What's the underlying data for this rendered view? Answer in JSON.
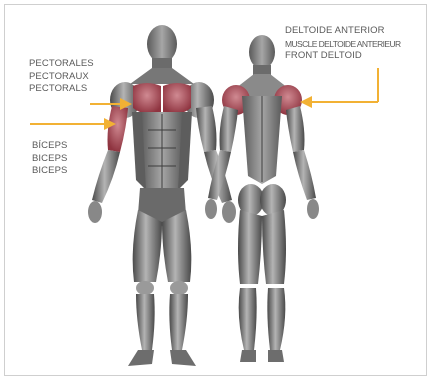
{
  "labels": {
    "pectorals": [
      "PECTORALES",
      "PECTORAUX",
      "PECTORALS"
    ],
    "biceps": [
      "BÍCEPS",
      "BICEPS",
      "BICEPS"
    ],
    "deltoid": [
      "DELTOIDE ANTERIOR",
      "MUSCLE DELTOIDE ANTERIEUR",
      "FRONT DELTOID"
    ]
  },
  "colors": {
    "arrow": "#f2b134",
    "highlight": "#b7505c",
    "muscle_dark": "#4e4e4e",
    "muscle_mid": "#8b8b8b",
    "muscle_light": "#bdbdbd"
  },
  "figures": [
    "front-view",
    "back-view"
  ]
}
